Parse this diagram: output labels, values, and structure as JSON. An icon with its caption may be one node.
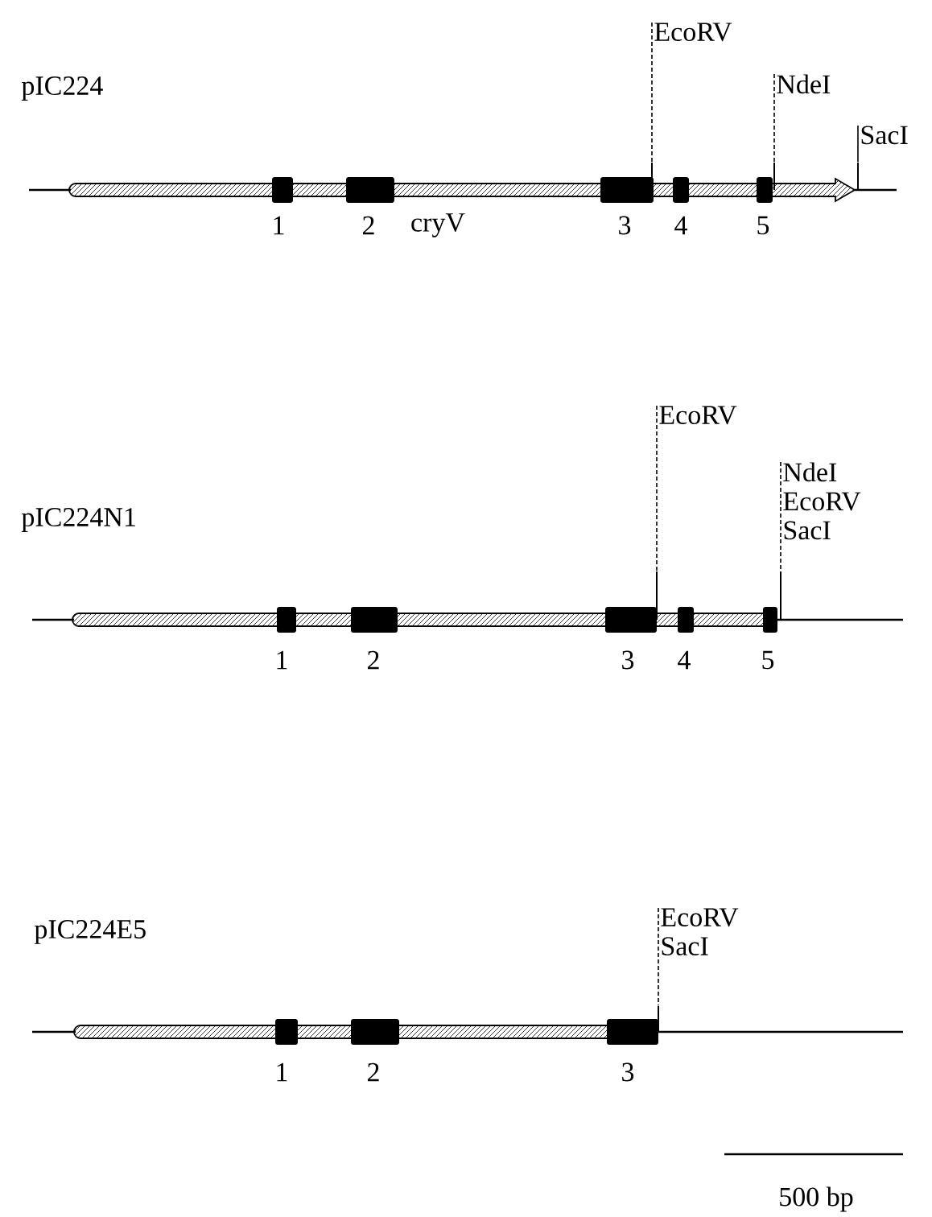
{
  "diagram": {
    "nodes": [
      {
        "text": [
          "EcoRV"
        ]
      },
      {
        "text": [
          "NdeI"
        ]
      },
      {
        "text": [
          "SacI"
        ]
      },
      {
        "text": [],
        "shape": "bar",
        "beside": [
          "pIC224",
          "1",
          "2",
          "cryV",
          "3",
          "4",
          "5"
        ]
      },
      {
        "text": [
          "EcoRV"
        ]
      },
      {
        "text": [
          "NdeI",
          "EcoRV",
          "SacI"
        ]
      },
      {
        "text": [],
        "shape": "bar",
        "beside": [
          "pIC224N1",
          "1",
          "2",
          "3",
          "4",
          "5"
        ]
      },
      {
        "text": [
          "EcoRV",
          "SacI"
        ]
      },
      {
        "text": [],
        "shape": "bar",
        "beside": [
          "pIC224E5",
          "1",
          "2",
          "3"
        ]
      }
    ],
    "edges": [
      {
        "from": 0,
        "to": 3,
        "arrow": "none",
        "style": "dashed"
      },
      {
        "from": 1,
        "to": 3,
        "arrow": "none",
        "style": "dashed"
      },
      {
        "from": 2,
        "to": 3,
        "arrow": "none"
      },
      {
        "from": 4,
        "to": 6,
        "arrow": "none",
        "style": "dashed"
      },
      {
        "from": 5,
        "to": 6,
        "arrow": "none",
        "style": "dashed"
      },
      {
        "from": 7,
        "to": 8,
        "arrow": "none",
        "style": "dashed"
      }
    ],
    "labels": [
      "500 bp"
    ]
  }
}
